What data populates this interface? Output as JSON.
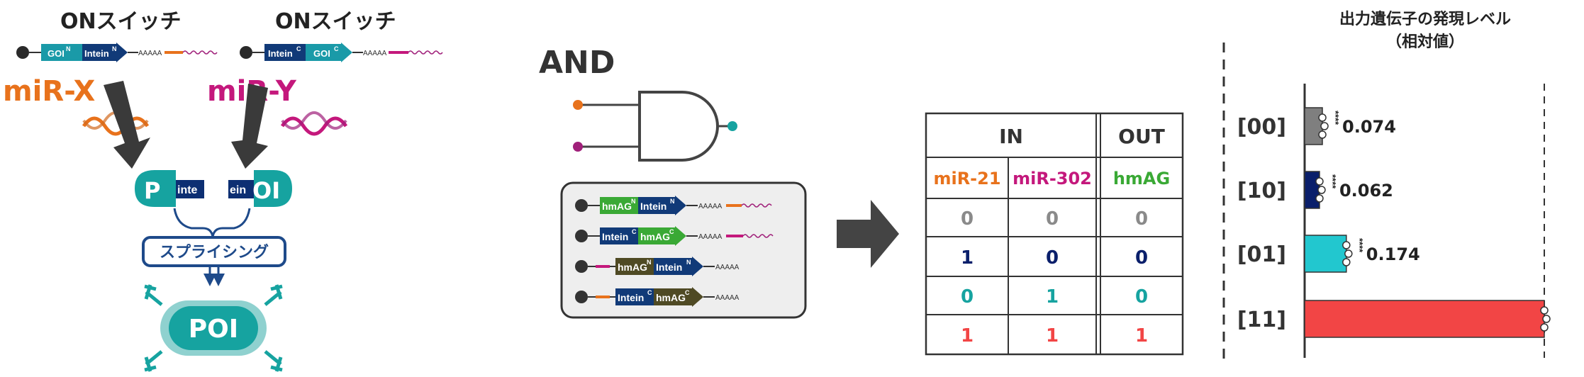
{
  "switches": [
    {
      "title": "ONスイッチ",
      "part_a": "GOI",
      "part_a_sup": "N",
      "part_b": "Intein",
      "part_b_sup": "N",
      "polya": "AAAAA",
      "mirna": "miR-X"
    },
    {
      "title": "ONスイッチ",
      "part_a": "Intein",
      "part_a_sup": "C",
      "part_b": "GOI",
      "part_b_sup": "C",
      "polya": "AAAAA",
      "mirna": "miR-Y"
    }
  ],
  "split_protein": {
    "left_text": "P",
    "left_intein": "inte",
    "right_intein": "ein",
    "right_text": "OI"
  },
  "splicing_label": "スプライシング",
  "product_label": "POI",
  "gate": {
    "title": "AND",
    "constructs": [
      {
        "a": "hmAG",
        "a_sup": "N",
        "b": "Intein",
        "b_sup": "N",
        "polya": "AAAAA"
      },
      {
        "a": "Intein",
        "a_sup": "C",
        "b": "hmAG",
        "b_sup": "C",
        "polya": "AAAAA"
      },
      {
        "a": "hmAG",
        "a_sup": "N",
        "b": "Intein",
        "b_sup": "N",
        "polya": "AAAAA"
      },
      {
        "a": "Intein",
        "a_sup": "C",
        "b": "hmAG",
        "b_sup": "C",
        "polya": "AAAAA"
      }
    ]
  },
  "truth_table": {
    "in_header": "IN",
    "out_header": "OUT",
    "columns": [
      "miR-21",
      "miR-302",
      "hmAG"
    ],
    "rows": [
      [
        "0",
        "0",
        "0"
      ],
      [
        "1",
        "0",
        "0"
      ],
      [
        "0",
        "1",
        "0"
      ],
      [
        "1",
        "1",
        "1"
      ]
    ]
  },
  "colors": {
    "orange": "#e8721c",
    "magenta": "#c4187c",
    "green": "#3aa935",
    "teal": "#16a3a0",
    "navy": "#0d2f73",
    "olive": "#4f4a24",
    "gray": "#888888",
    "red": "#f24545",
    "cyan": "#19c9c9"
  },
  "chart_data": {
    "type": "bar",
    "orientation": "horizontal",
    "title": "出力遺伝子の発現レベル\n（相対値）",
    "categories": [
      "[00]",
      "[10]",
      "[01]",
      "[11]"
    ],
    "values": [
      0.074,
      0.062,
      0.174,
      1.0
    ],
    "value_labels": [
      "0.074",
      "0.062",
      "0.174",
      ""
    ],
    "significance": [
      "****",
      "****",
      "****",
      ""
    ],
    "colors": [
      "#7f7f7f",
      "#0a1f6b",
      "#22c7cf",
      "#f24545"
    ],
    "xlim": [
      0,
      1.0
    ],
    "reference_line": 1.0
  }
}
